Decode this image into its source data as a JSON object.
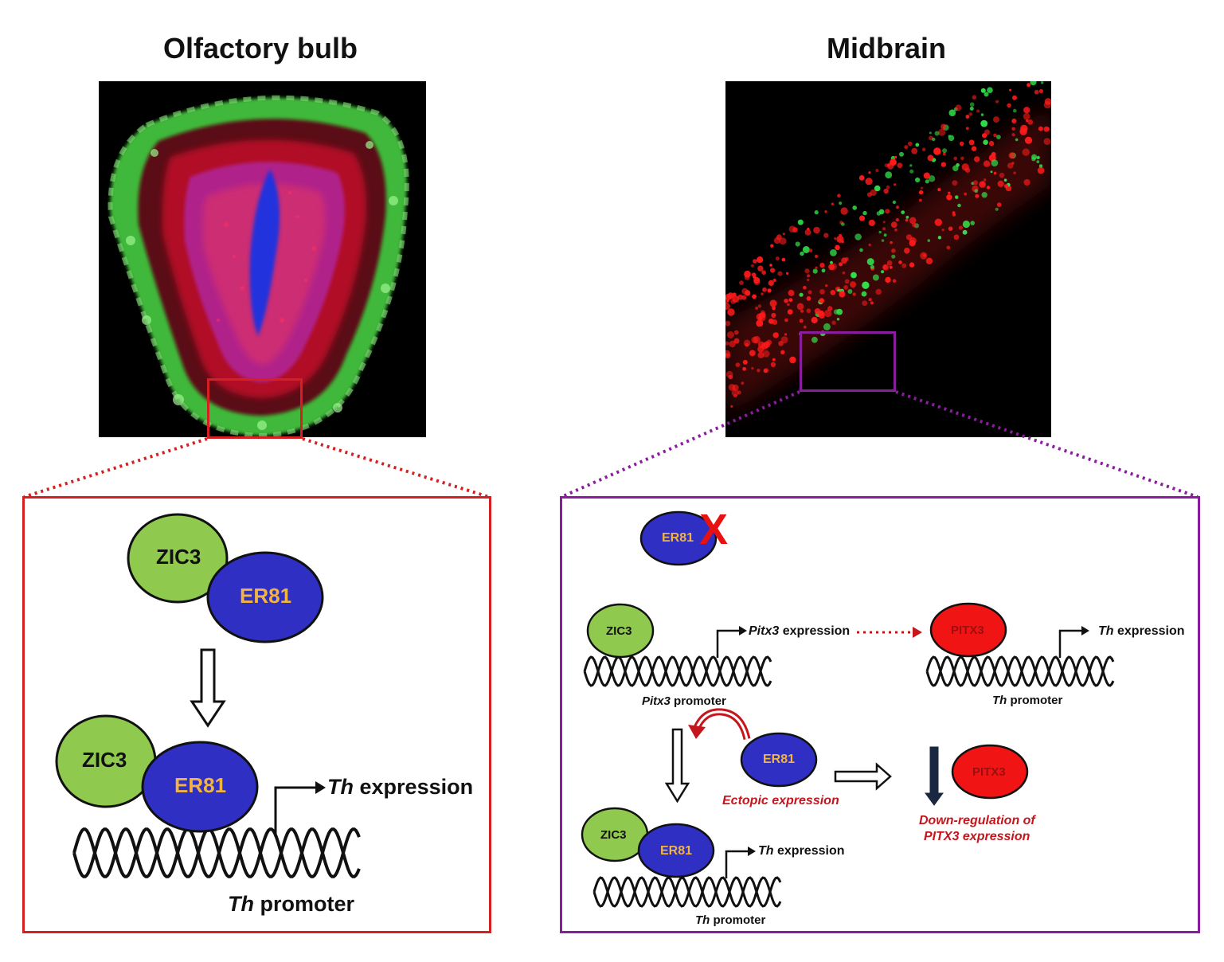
{
  "titles": {
    "left": "Olfactory bulb",
    "right": "Midbrain"
  },
  "proteins": {
    "zic3": "ZIC3",
    "er81": "ER81",
    "pitx3": "PITX3",
    "x_mark": "X"
  },
  "labels": {
    "th_italic": "Th",
    "pitx3_italic": "Pitx3",
    "expression": "expression",
    "promoter": "promoter",
    "ectopic": "Ectopic expression",
    "downreg_line1": "Down-regulation  of",
    "downreg_line2": "PITX3 expression"
  },
  "colors": {
    "zic3": "#8fca4e",
    "er81": "#2f2fc4",
    "er81_text": "#f2b441",
    "pitx3": "#f01414",
    "left_frame": "#d42020",
    "right_frame": "#8a1d9e"
  }
}
